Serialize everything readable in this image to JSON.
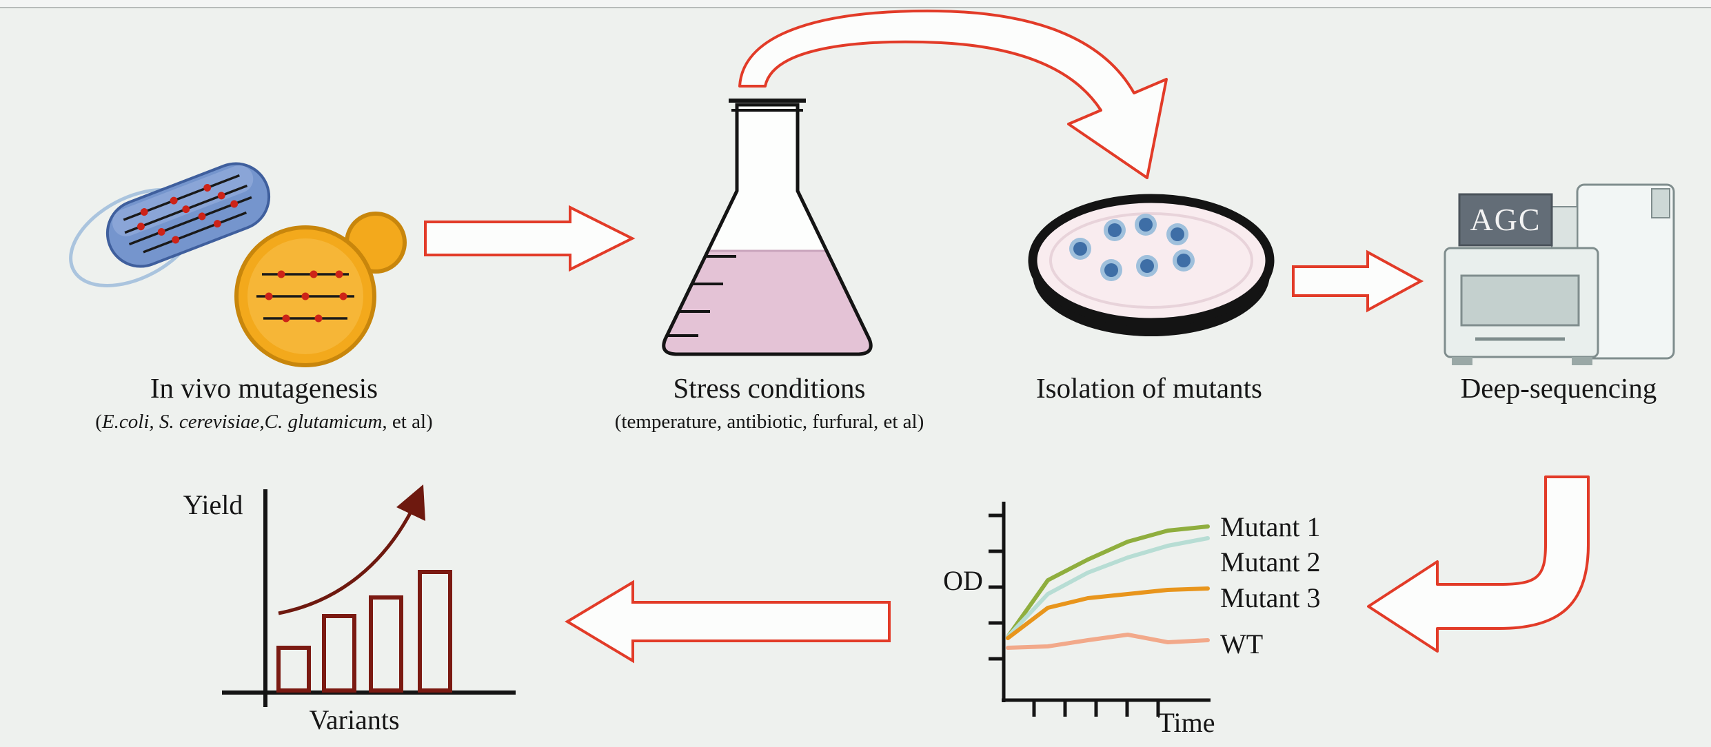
{
  "colors": {
    "background": "#eef1ee",
    "arrow_red": "#e23b28",
    "trend_maroon": "#6e190f",
    "axis_black": "#141414",
    "flask_liquid": "#e4c3d6",
    "dish_fill": "#f9ecef",
    "colony_dark_blue": "#3e6ea6",
    "colony_light_blue": "#9fc0dc",
    "bacterium_blue": "#7595cd",
    "yeast_orange": "#f3a91c"
  },
  "diagram": {
    "step1": {
      "title": "In vivo mutagenesis",
      "sub_open": "(",
      "sub_italic": "E.coli, S. cerevisiae,C. glutamicum",
      "sub_close": ", et al)"
    },
    "step2": {
      "title": "Stress conditions",
      "subtitle": "(temperature, antibiotic, furfural, et al)"
    },
    "step3": {
      "title": "Isolation of mutants"
    },
    "step4": {
      "title": "Deep-sequencing",
      "screen_label": "AGC"
    }
  },
  "growth_chart": {
    "type": "line",
    "xlabel": "Time",
    "ylabel": "OD",
    "x_relative": [
      0,
      0.2,
      0.4,
      0.6,
      0.8,
      1.0
    ],
    "series": [
      {
        "name": "Mutant 1",
        "color": "#8fae3e",
        "values": [
          0.33,
          0.62,
          0.73,
          0.82,
          0.88,
          0.9
        ]
      },
      {
        "name": "Mutant 2",
        "color": "#b7ddd4",
        "values": [
          0.33,
          0.55,
          0.66,
          0.74,
          0.8,
          0.84
        ]
      },
      {
        "name": "Mutant 3",
        "color": "#e8951c",
        "values": [
          0.32,
          0.48,
          0.53,
          0.55,
          0.57,
          0.58
        ]
      },
      {
        "name": "WT",
        "color": "#f2a98a",
        "values": [
          0.27,
          0.28,
          0.31,
          0.34,
          0.3,
          0.31
        ]
      }
    ],
    "legend_position": "right",
    "axes": "schematic, unlabeled tick marks"
  },
  "yield_chart": {
    "type": "bar",
    "xlabel": "Variants",
    "ylabel": "Yield",
    "values": [
      0.3,
      0.52,
      0.65,
      0.83
    ],
    "bar_color_outline": "#7b1a12",
    "trend": "increasing curved arrow"
  }
}
